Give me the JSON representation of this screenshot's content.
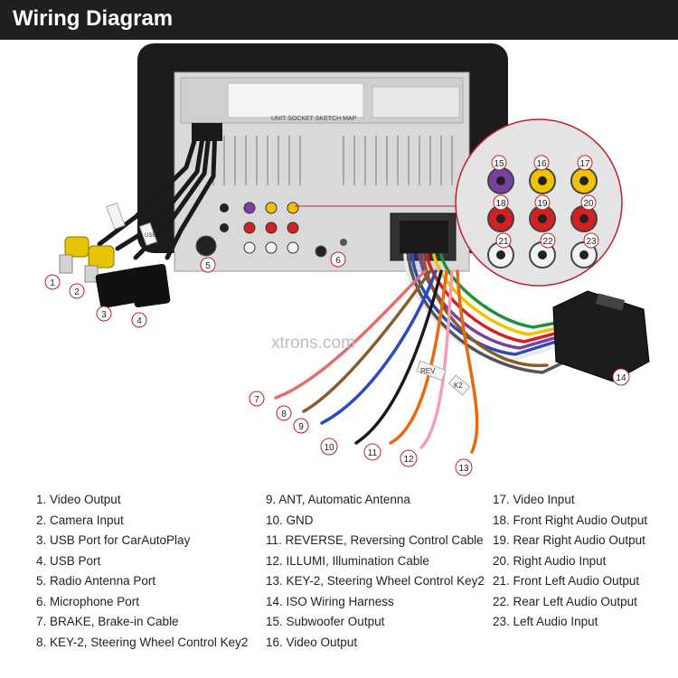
{
  "header": {
    "title": "Wiring Diagram"
  },
  "watermark": "xtrons.com",
  "colors": {
    "header_bg": "#1f1f1f",
    "callout": "#c0202a",
    "rca_yellow": "#f2c200",
    "rca_red": "#d42020",
    "rca_white": "#f2f2f2",
    "rca_purple": "#7a3fa0"
  },
  "unit_labels": {
    "usb_tag": "USB",
    "reverse_tag": "REV",
    "key_tag": "K2",
    "sketch_map": "UNIT SOCKET SKETCH MAP"
  },
  "callouts": [
    "1",
    "2",
    "3",
    "4",
    "5",
    "6",
    "7",
    "8",
    "9",
    "10",
    "11",
    "12",
    "13",
    "14",
    "15",
    "16",
    "17",
    "18",
    "19",
    "20",
    "21",
    "22",
    "23"
  ],
  "legend": {
    "col1": [
      "1. Video Output",
      "2. Camera Input",
      "3. USB Port for CarAutoPlay",
      "4. USB Port",
      "5. Radio Antenna Port",
      "6. Microphone Port",
      "7. BRAKE, Brake-in Cable",
      "8. KEY-2, Steering Wheel Control Key2"
    ],
    "col2": [
      "9. ANT, Automatic Antenna",
      "10. GND",
      "11. REVERSE, Reversing Control Cable",
      "12. ILLUMI, Illumination Cable",
      "13. KEY-2, Steering Wheel Control Key2",
      "14. ISO Wiring Harness",
      "15. Subwoofer Output",
      "16. Video Output"
    ],
    "col3": [
      "17. Video Input",
      "18. Front Right Audio Output",
      "19. Rear Right Audio Output",
      "20. Right Audio Input",
      "21. Front Left Audio Output",
      "22. Rear Left Audio Output",
      "23. Left Audio Input"
    ]
  }
}
